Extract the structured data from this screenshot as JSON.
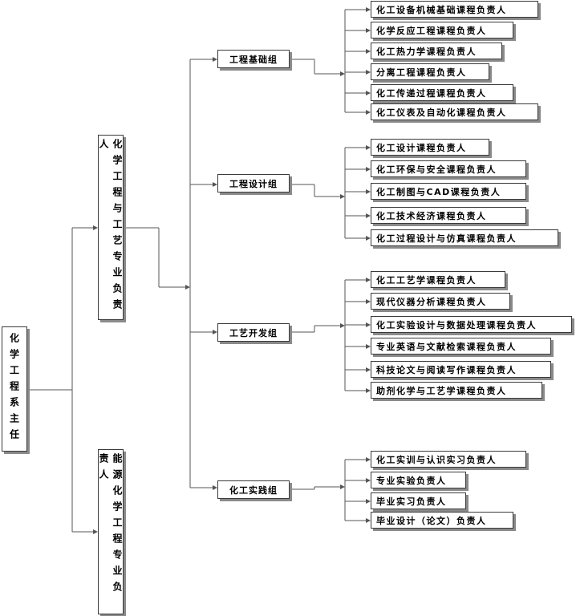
{
  "root": {
    "label": "化学工程系主任"
  },
  "majors": [
    {
      "label": "化学工程与工艺专业负责人"
    },
    {
      "label": "能源化学工程专业负责人"
    }
  ],
  "groups": [
    {
      "label": "工程基础组",
      "leaves": [
        "化工设备机械基础课程负责人",
        "化学反应工程课程负责人",
        "化工热力学课程负责人",
        "分离工程课程负责人",
        "化工传递过程课程负责人",
        "化工仪表及自动化课程负责人"
      ]
    },
    {
      "label": "工程设计组",
      "leaves": [
        "化工设计课程负责人",
        "化工环保与安全课程负责人",
        "化工制图与CAD课程负责人",
        "化工技术经济课程负责人",
        "化工过程设计与仿真课程负责人"
      ]
    },
    {
      "label": "工艺开发组",
      "leaves": [
        "化工工艺学课程负责人",
        "现代仪器分析课程负责人",
        "化工实验设计与数据处理课程负责人",
        "专业英语与文献检索课程负责人",
        "科技论文与阅读写作课程负责人",
        "助剂化学与工艺学课程负责人"
      ]
    },
    {
      "label": "化工实践组",
      "leaves": [
        "化工实训与认识实习负责人",
        "专业实验负责人",
        "毕业实习负责人",
        "毕业设计（论文）负责人"
      ]
    }
  ]
}
